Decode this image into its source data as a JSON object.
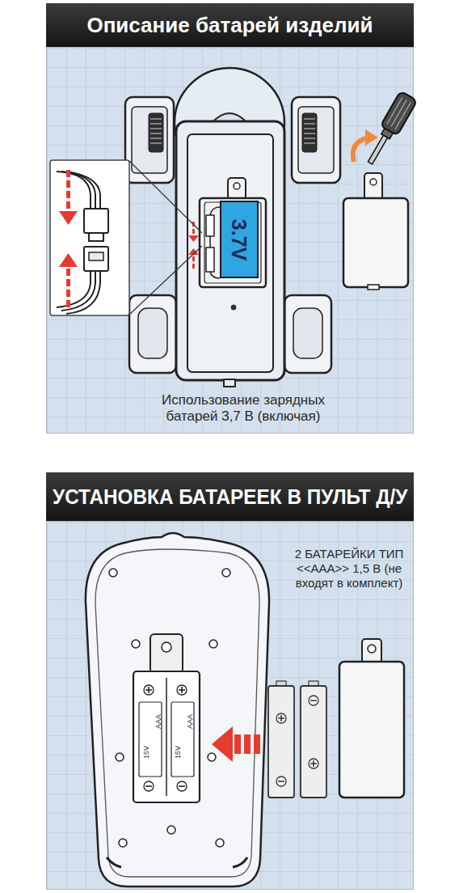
{
  "diagram": {
    "nodes": [
      {
        "text": [
          "Описание батарей изделий",
          "Использование зарядных батарей 3,7 В (включая)"
        ]
      },
      {
        "text": [
          "3.7V"
        ],
        "in": 0
      },
      {
        "text": [
          "УСТАНОВКА БАТАРЕЕК В ПУЛЬТ Д/У",
          "2 БАТАРЕЙКИ ТИП <<AAA>> 1,5 В (не входят в комплект)"
        ]
      }
    ],
    "labels": [
      "15V",
      "AAA",
      "15V",
      "AAA"
    ]
  }
}
